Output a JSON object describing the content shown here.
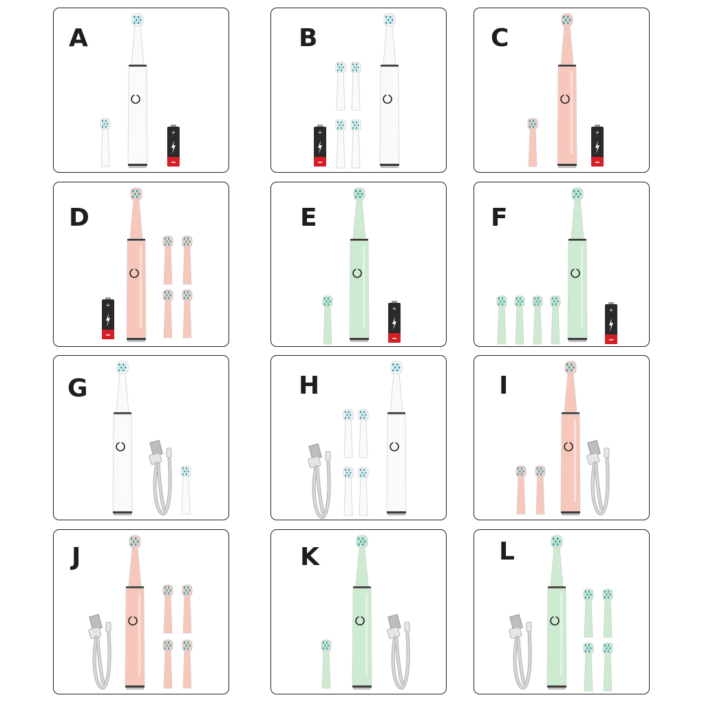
{
  "colors": {
    "white": "#fafafa",
    "pink": "#f7c7bb",
    "green": "#cdebd0",
    "battery_body": "#2a2a2a",
    "battery_red": "#d41f26",
    "cable": "#d8d8d8"
  },
  "icons": [
    "toothbrush-icon",
    "brush-head-icon",
    "battery-icon",
    "usb-cable-icon"
  ],
  "panels": [
    {
      "label": "A",
      "color": "white",
      "extra_heads": 1,
      "accessory": "battery"
    },
    {
      "label": "B",
      "color": "white",
      "extra_heads": 4,
      "accessory": "battery"
    },
    {
      "label": "C",
      "color": "pink",
      "extra_heads": 1,
      "accessory": "battery"
    },
    {
      "label": "D",
      "color": "pink",
      "extra_heads": 4,
      "accessory": "battery"
    },
    {
      "label": "E",
      "color": "green",
      "extra_heads": 1,
      "accessory": "battery"
    },
    {
      "label": "F",
      "color": "green",
      "extra_heads": 4,
      "accessory": "battery"
    },
    {
      "label": "G",
      "color": "white",
      "extra_heads": 1,
      "accessory": "usb-cable"
    },
    {
      "label": "H",
      "color": "white",
      "extra_heads": 4,
      "accessory": "usb-cable"
    },
    {
      "label": "I",
      "color": "pink",
      "extra_heads": 2,
      "accessory": "usb-cable"
    },
    {
      "label": "J",
      "color": "pink",
      "extra_heads": 4,
      "accessory": "usb-cable"
    },
    {
      "label": "K",
      "color": "green",
      "extra_heads": 1,
      "accessory": "usb-cable"
    },
    {
      "label": "L",
      "color": "green",
      "extra_heads": 4,
      "accessory": "usb-cable"
    }
  ]
}
